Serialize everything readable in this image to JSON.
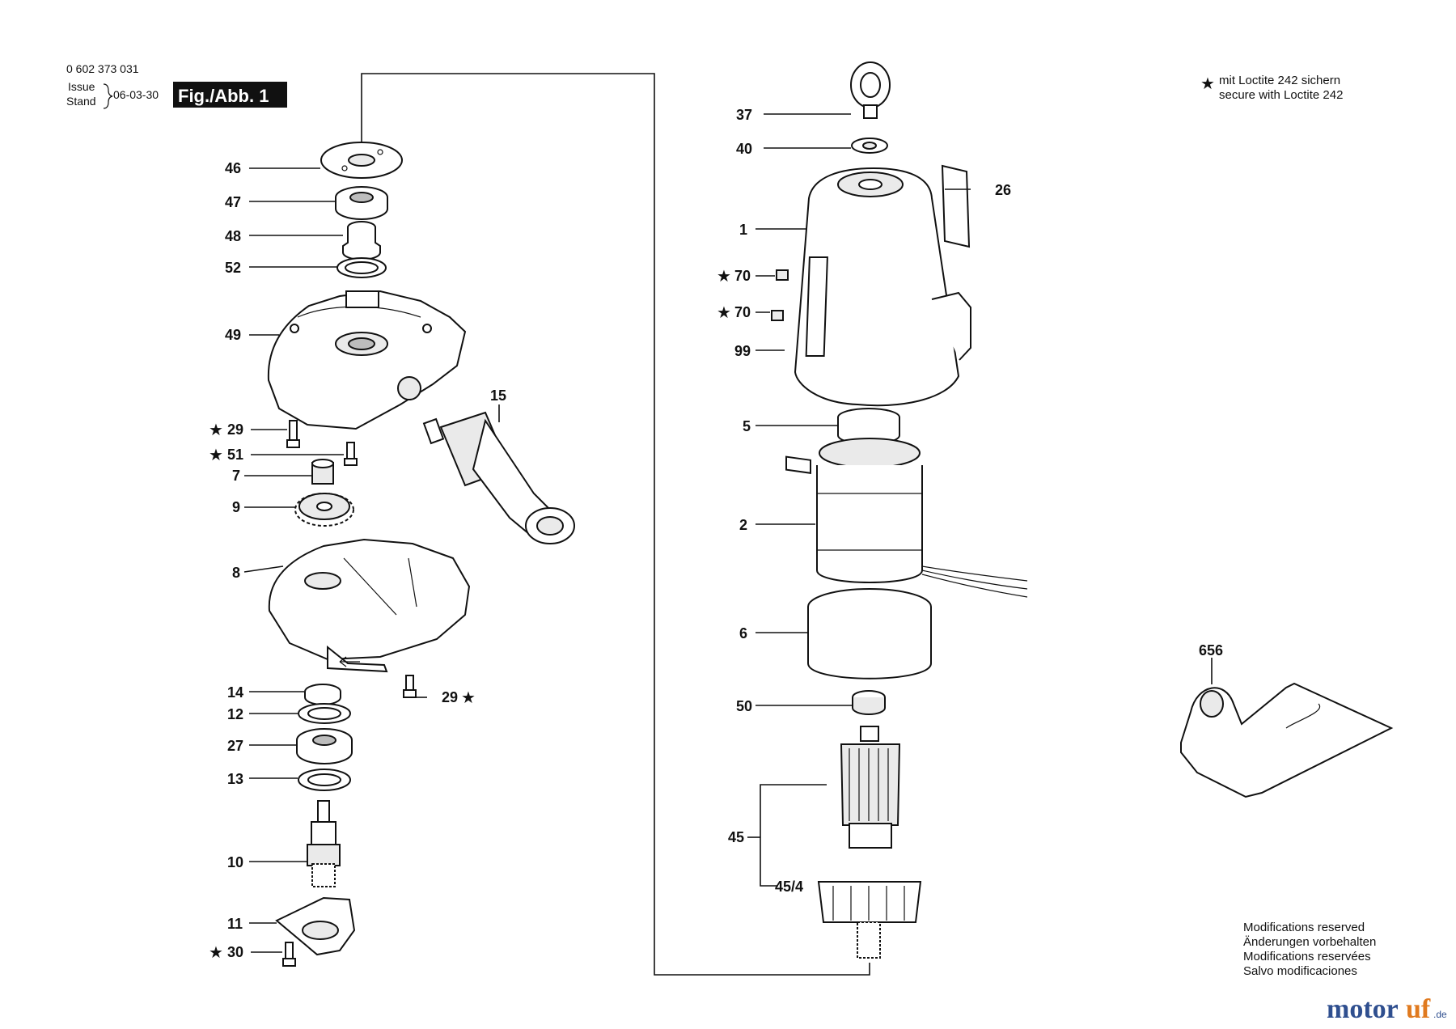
{
  "header": {
    "part_number": "0 602 373 031",
    "issue_label": "Issue",
    "stand_label": "Stand",
    "date": "06-03-30",
    "figure": "Fig./Abb. 1"
  },
  "loctite_note": {
    "symbol": "★",
    "line_de": "mit Loctite 242 sichern",
    "line_en": "secure with Loctite 242"
  },
  "modifications": [
    "Modifications reserved",
    "Änderungen vorbehalten",
    "Modifications reservées",
    "Salvo modificaciones"
  ],
  "brand": {
    "part_a": "motor",
    "part_b": "uf",
    "part_c": ".de"
  },
  "labels": {
    "p46": "46",
    "p47": "47",
    "p48": "48",
    "p52": "52",
    "p49": "49",
    "p29a": "29",
    "p51": "51",
    "p7": "7",
    "p9": "9",
    "p8": "8",
    "p14": "14",
    "p12": "12",
    "p27": "27",
    "p13": "13",
    "p10": "10",
    "p11": "11",
    "p30": "30",
    "p29b": "29",
    "p15": "15",
    "p37": "37",
    "p40": "40",
    "p26": "26",
    "p1": "1",
    "p70a": "70",
    "p70b": "70",
    "p99": "99",
    "p5": "5",
    "p2": "2",
    "p6": "6",
    "p50": "50",
    "p45": "45",
    "p45_4": "45/4",
    "p656": "656"
  },
  "colors": {
    "ink": "#111111",
    "brand_blue": "#2f4f8f",
    "brand_orange": "#e07a1f"
  }
}
